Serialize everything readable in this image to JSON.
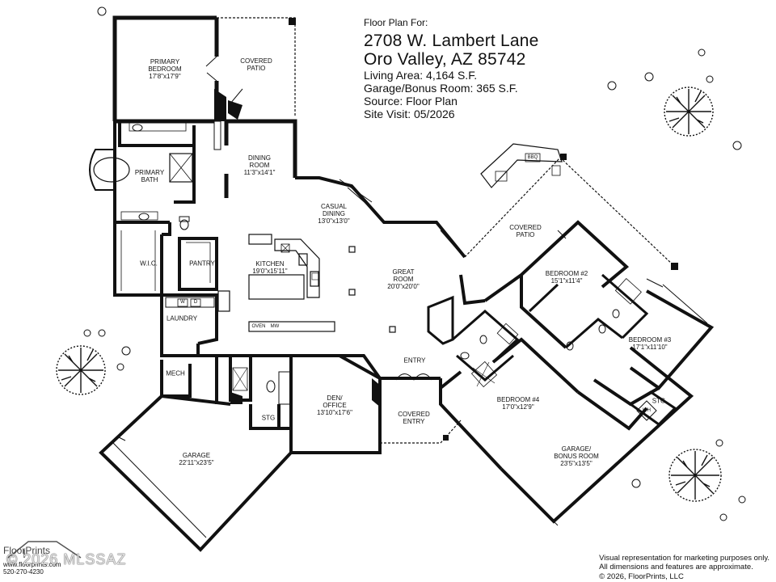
{
  "header": {
    "line1": "Floor Plan For:",
    "address1": "2708 W. Lambert Lane",
    "address2": "Oro Valley, AZ  85742",
    "living": "Living Area:  4,164 S.F.",
    "garage": "Garage/Bonus Room:  365 S.F.",
    "source": "Source:  Floor Plan",
    "visit": "Site Visit:  05/2026"
  },
  "rooms": {
    "primary_bedroom": {
      "name": "Primary",
      "name2": "Bedroom",
      "dim": "17'8\"x17'9\""
    },
    "covered_patio_top": {
      "name": "Covered",
      "name2": "Patio"
    },
    "dining": {
      "name": "Dining",
      "name2": "Room",
      "dim": "11'3\"x14'1\""
    },
    "primary_bath": {
      "name": "Primary",
      "name2": "Bath"
    },
    "casual_dining": {
      "name": "Casual",
      "name2": "Dining",
      "dim": "13'0\"x13'0\""
    },
    "wic": {
      "name": "W.I.C."
    },
    "pantry": {
      "name": "Pantry"
    },
    "kitchen": {
      "name": "Kitchen",
      "dim": "19'0\"x15'11\""
    },
    "great_room": {
      "name": "Great",
      "name2": "Room",
      "dim": "20'0\"x20'0\""
    },
    "covered_patio_right": {
      "name": "Covered",
      "name2": "Patio"
    },
    "bedroom2": {
      "name": "Bedroom #2",
      "dim": "15'1\"x11'4\""
    },
    "bedroom3": {
      "name": "Bedroom #3",
      "dim": "17'1\"x11'10\""
    },
    "laundry": {
      "name": "Laundry"
    },
    "mech": {
      "name": "Mech"
    },
    "entry": {
      "name": "Entry"
    },
    "den": {
      "name": "Den/",
      "name2": "Office",
      "dim": "13'10\"x17'6\""
    },
    "covered_entry": {
      "name": "Covered",
      "name2": "Entry"
    },
    "bedroom4": {
      "name": "Bedroom #4",
      "dim": "17'0\"x12'9\""
    },
    "stg_left": {
      "name": "STG"
    },
    "stg_right": {
      "name": "STG"
    },
    "garage": {
      "name": "Garage",
      "dim": "22'11\"x23'5\""
    },
    "garage_bonus": {
      "name": "Garage/",
      "name2": "Bonus Room",
      "dim": "23'5\"x13'5\""
    }
  },
  "fixtures": {
    "bbq": "BBQ",
    "oven": "OVEN",
    "mw": "MW",
    "wh": "WH",
    "w": "W",
    "d": "D"
  },
  "disclaimer": {
    "line1": "Visual representation for marketing purposes only.",
    "line2": "All dimensions and features are approximate.",
    "line3": "©       2026, FloorPrints, LLC"
  },
  "logo": {
    "name": "FloorPrints",
    "url": "www.floorprints.com",
    "phone": "520-270-4230"
  },
  "watermark": "© 2026 MLSSAZ"
}
